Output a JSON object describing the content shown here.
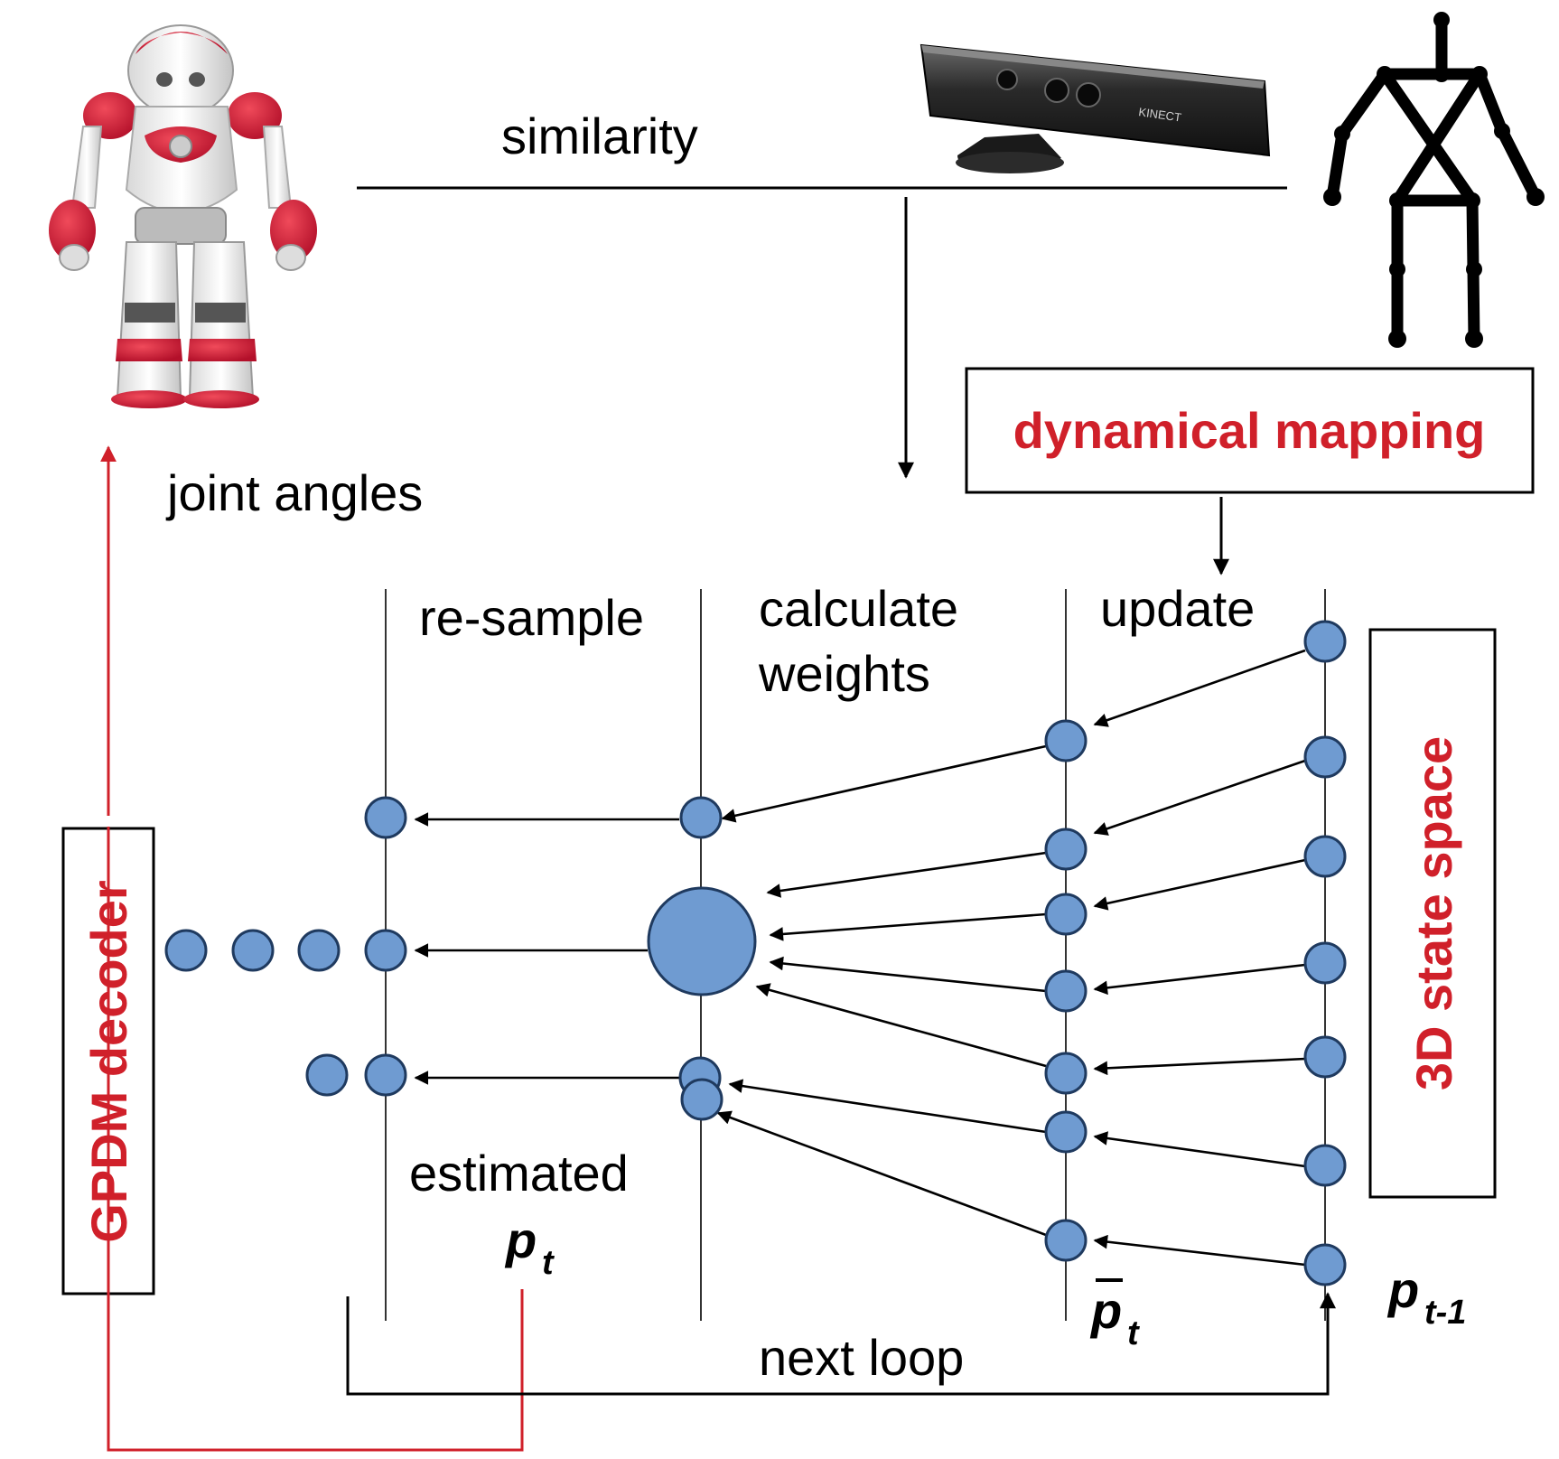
{
  "labels": {
    "similarity": "similarity",
    "joint_angles": "joint angles",
    "dynamical_mapping": "dynamical mapping",
    "resample": "re-sample",
    "calculate": "calculate",
    "weights": "weights",
    "update": "update",
    "gpdm_decoder": "GPDM decoder",
    "state_space": "3D state space",
    "estimated": "estimated",
    "next_loop": "next loop",
    "kinect_brand": "KINECT"
  },
  "math": {
    "p": "p",
    "sub_t": "t",
    "sub_t_minus_1": "t-1"
  },
  "colors": {
    "particle_fill": "#6f9bd1",
    "particle_stroke": "#1f3a5f",
    "accent_red": "#d0202a",
    "line_black": "#000000"
  },
  "icons": {
    "robot": "nao-humanoid-robot-image",
    "sensor": "kinect-sensor-image",
    "skeleton": "stick-figure-skeleton-icon"
  }
}
